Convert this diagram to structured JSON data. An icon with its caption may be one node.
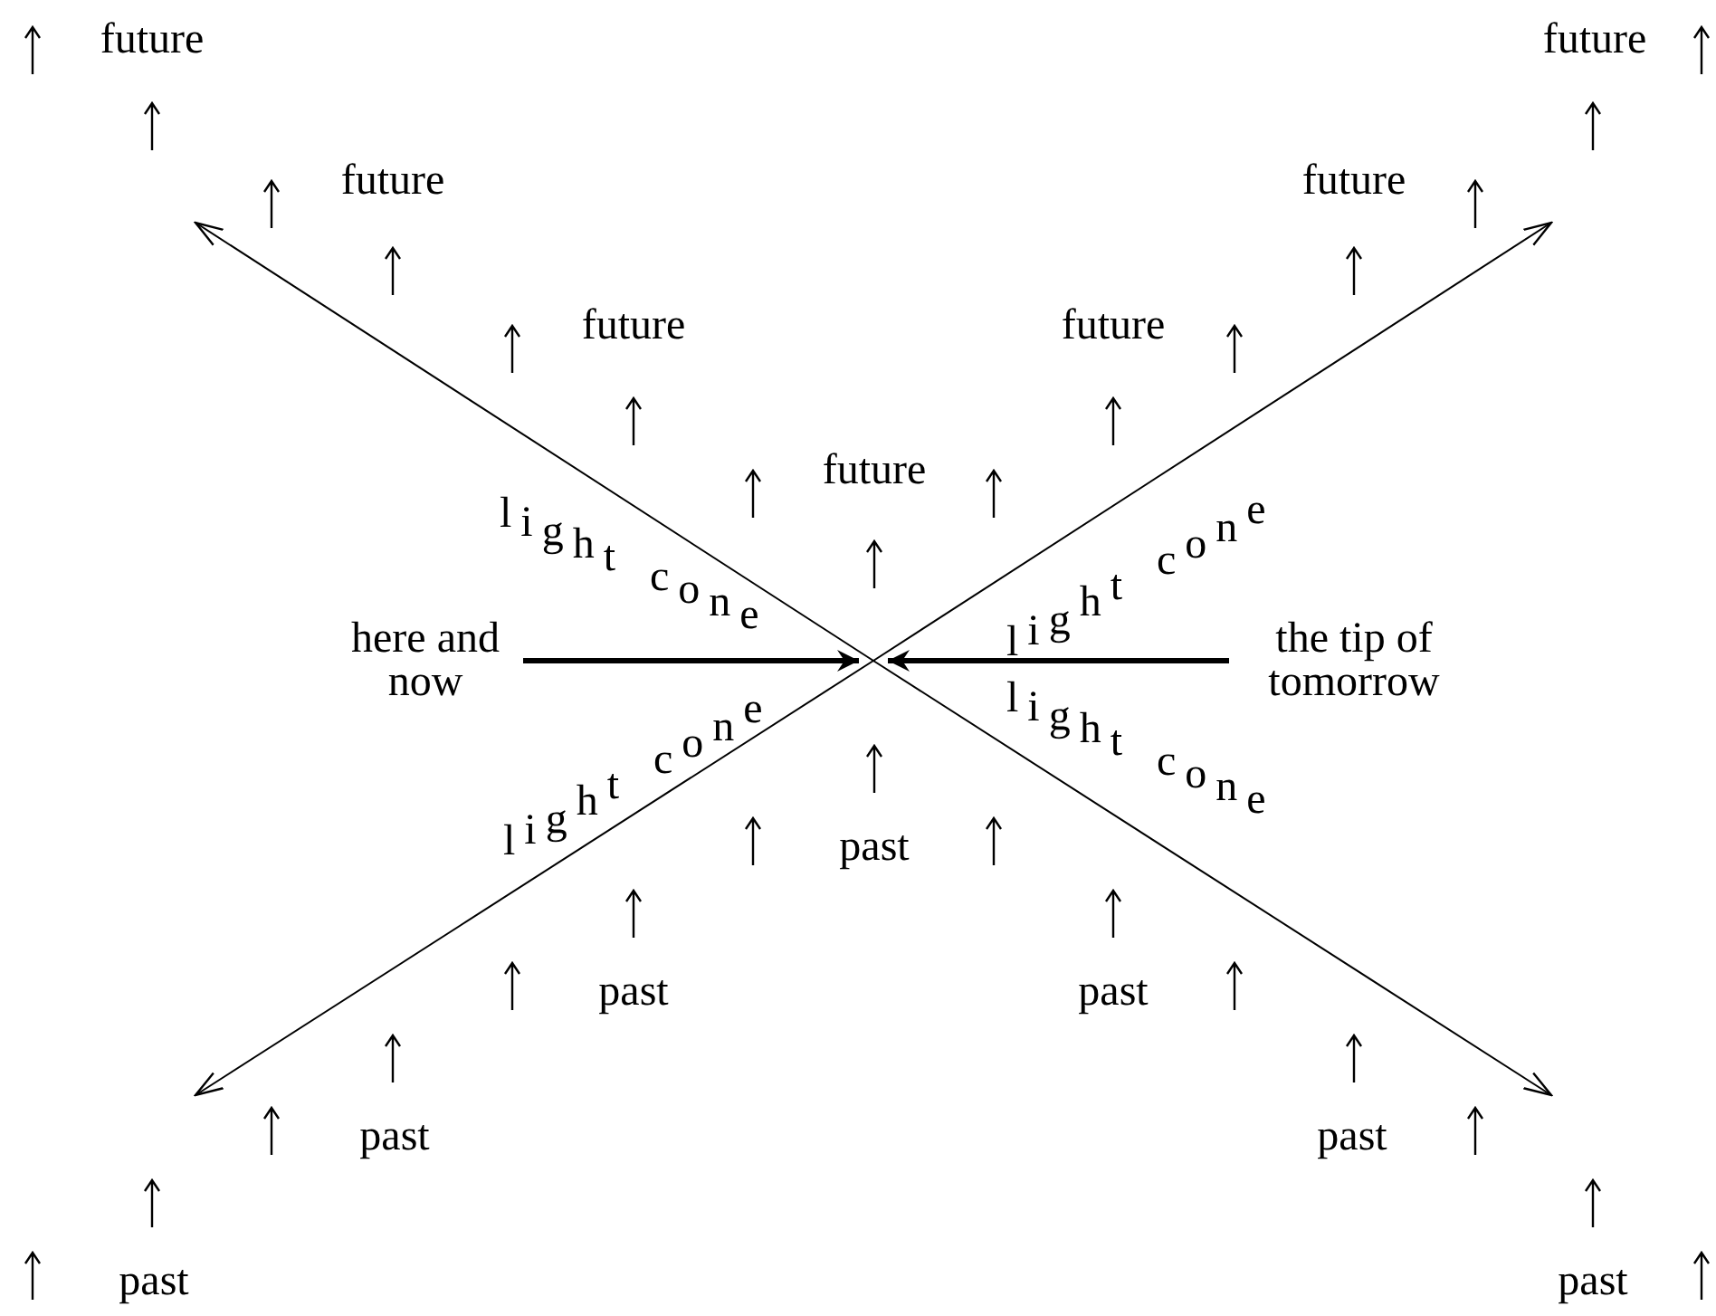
{
  "diagram": {
    "nodes": [
      {
        "text": [
          "here and now"
        ]
      },
      {
        "text": [
          "the tip of tomorrow"
        ]
      }
    ],
    "edges": [
      {
        "from": 0,
        "to": null,
        "arrow": "to"
      },
      {
        "from": 1,
        "to": null,
        "arrow": "to"
      }
    ],
    "labels": [
      "future",
      "future",
      "future",
      "future",
      "future",
      "future",
      "future",
      "light cone",
      "light cone",
      "light cone",
      "light cone",
      "past",
      "past",
      "past",
      "past",
      "past",
      "past",
      "past"
    ]
  }
}
